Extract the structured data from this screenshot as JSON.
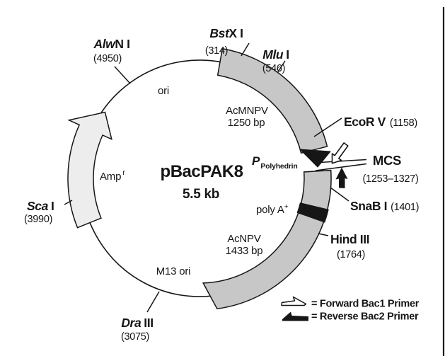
{
  "plasmid": {
    "name": "pBacPAK8",
    "size": "5.5 kb"
  },
  "sites": {
    "alwn1": {
      "italic": "Alw",
      "rest": "N I",
      "pos": "(4950)"
    },
    "bstx1": {
      "italic": "Bst",
      "rest": "X I",
      "pos": "(314)"
    },
    "mlu1": {
      "italic": "Mlu",
      "rest": "I",
      "pos": "(546)"
    },
    "ecorv": {
      "italic": "Eco",
      "rest": "R V",
      "pos": "(1158)"
    },
    "mcs": {
      "label": "MCS",
      "pos": "(1253–1327)"
    },
    "snab1": {
      "italic": "Sna",
      "rest": "B I",
      "pos": "(1401)"
    },
    "hind3": {
      "italic": "Hin",
      "rest": "d III",
      "pos": "(1764)"
    },
    "dra3": {
      "italic": "Dra",
      "rest": "III",
      "pos": "(3075)"
    },
    "sca1": {
      "italic": "Sca",
      "rest": "I",
      "pos": "(3990)"
    }
  },
  "regions": {
    "ori": "ori",
    "acmnpv_name": "AcMNPV",
    "acmnpv_size": "1250 bp",
    "promoter_main": "P",
    "promoter_sub": "Polyhedrin",
    "polya_main": "poly A",
    "polya_sup": "+",
    "acnpv_name": "AcNPV",
    "acnpv_size": "1433 bp",
    "m13_ori": "M13 ori",
    "amp_main": "Amp",
    "amp_sup": "r"
  },
  "legend": {
    "forward": "= Forward Bac1 Primer",
    "reverse": "= Reverse Bac2 Primer"
  },
  "colors": {
    "band_gray": "#c7c7c7",
    "amp_fill": "#ededed",
    "ink": "#161616",
    "arrow_open_fill": "#ffffff"
  }
}
